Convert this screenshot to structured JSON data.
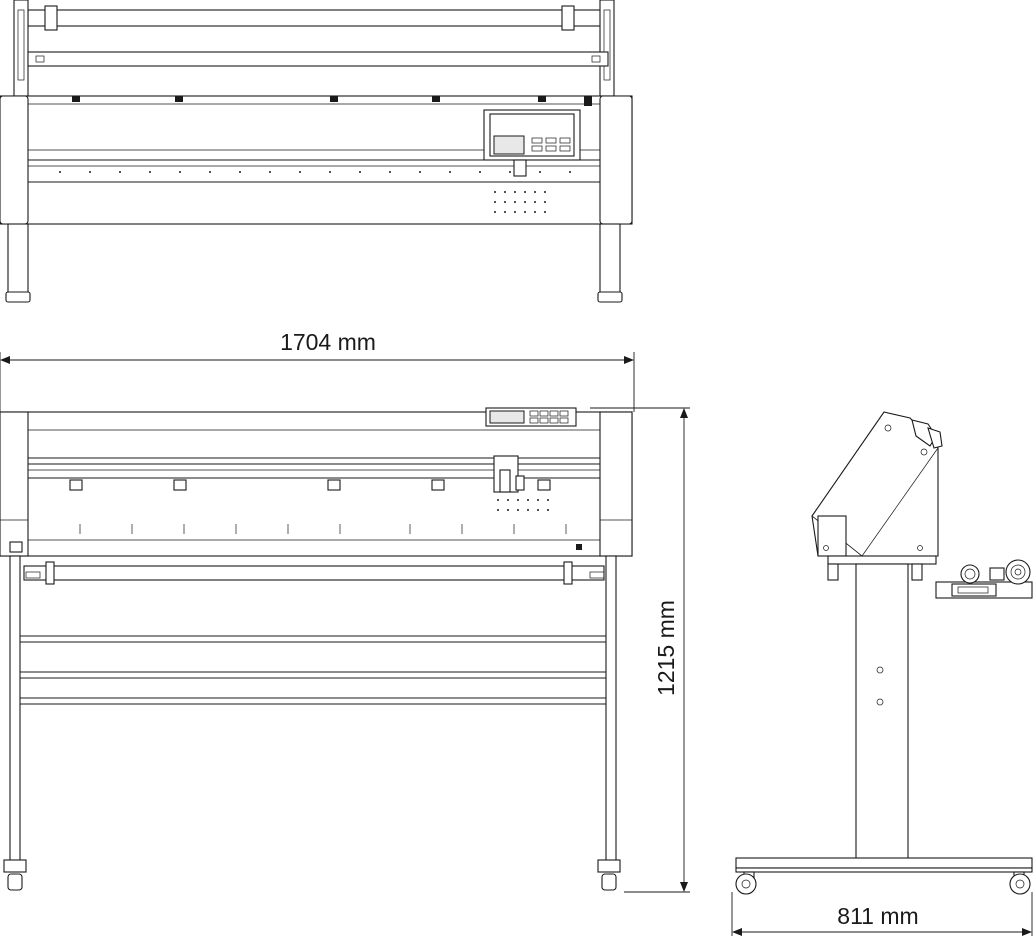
{
  "dimensions": {
    "width_label": "1704 mm",
    "height_label": "1215 mm",
    "depth_label": "811 mm"
  },
  "views": {
    "top": {
      "icon": "plotter-top-view"
    },
    "front": {
      "icon": "plotter-front-view"
    },
    "side": {
      "icon": "plotter-side-view"
    }
  }
}
